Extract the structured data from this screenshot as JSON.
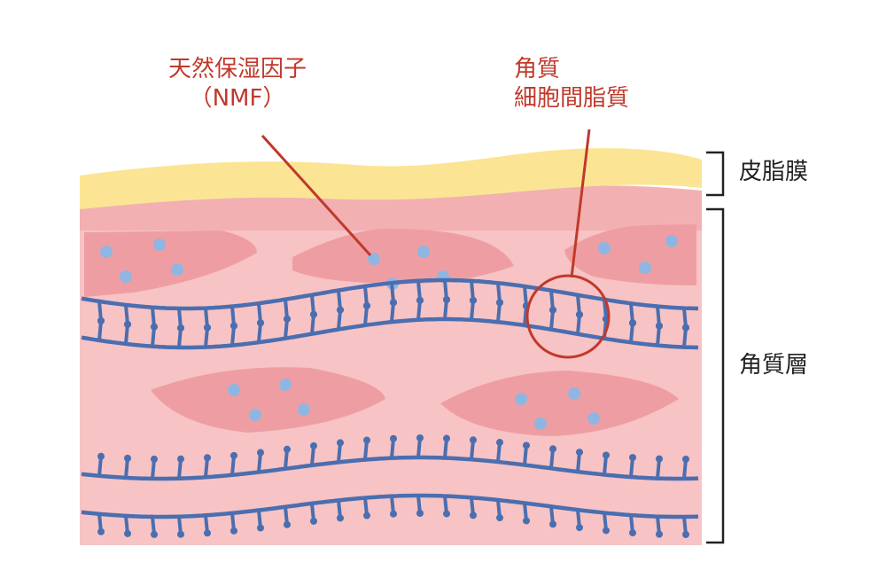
{
  "labels": {
    "nmf_line1": "天然保湿因子",
    "nmf_line2": "（NMF）",
    "lipid_line1": "角質",
    "lipid_line2": "細胞間脂質",
    "sebum_film": "皮脂膜",
    "stratum_corneum": "角質層"
  },
  "colors": {
    "background": "#ffffff",
    "sebum": "#fbe594",
    "skin_light": "#f7c3c4",
    "skin_top": "#f2b0b2",
    "corneocyte": "#ee9ea2",
    "lipid": "#4a6eb0",
    "nmf_dot": "#8fb6e2",
    "callout": "#c0392b",
    "bracket": "#222222"
  }
}
